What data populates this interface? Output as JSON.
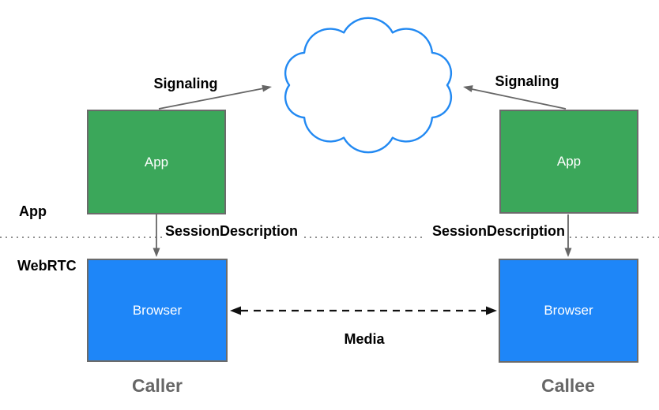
{
  "colors": {
    "app_box_fill": "#3ba75a",
    "browser_box_fill": "#1e86f8",
    "cloud_stroke": "#2289f2",
    "box_border": "#6b6b6b",
    "arrow_gray": "#666666",
    "media_arrow_black": "#111111",
    "divider_dots": "#909090",
    "role_label_gray": "#666666",
    "label_black": "#000000"
  },
  "layers": {
    "app": "App",
    "webrtc": "WebRTC"
  },
  "caller": {
    "signaling": "Signaling",
    "app_box": "App",
    "session_description": "SessionDescription",
    "browser_box": "Browser",
    "name": "Caller"
  },
  "callee": {
    "signaling": "Signaling",
    "app_box": "App",
    "session_description": "SessionDescription",
    "browser_box": "Browser",
    "name": "Callee"
  },
  "media": {
    "label": "Media"
  }
}
